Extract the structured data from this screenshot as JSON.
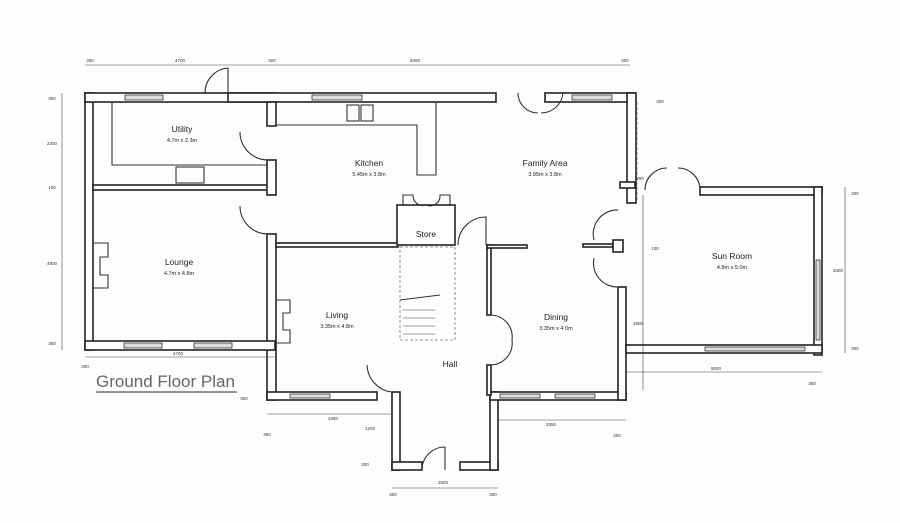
{
  "title": "Ground Floor Plan",
  "rooms": {
    "utility": {
      "name": "Utility",
      "size": "4.7m x 2.3m"
    },
    "kitchen": {
      "name": "Kitchen",
      "size": "5.45m x 3.8m"
    },
    "family": {
      "name": "Family Area",
      "size": "3.95m x 3.8m"
    },
    "store": {
      "name": "Store"
    },
    "lounge": {
      "name": "Lounge",
      "size": "4.7m x 4.8m"
    },
    "living": {
      "name": "Living",
      "size": "3.35m x 4.8m"
    },
    "hall": {
      "name": "Hall"
    },
    "dining": {
      "name": "Dining",
      "size": "3.35m x 4.0m"
    },
    "sunroom": {
      "name": "Sun Room",
      "size": "4.8m x 5.0m"
    }
  },
  "dimensions": {
    "top_a": "300",
    "top_b": "4700",
    "top_c": "300",
    "top_d": "9400",
    "top_e": "300",
    "left_a": "300",
    "left_b": "2300",
    "left_c": "100",
    "left_d": "4800",
    "left_e": "300",
    "lounge_w": "4700",
    "lounge_wall": "300",
    "living_w": "3350",
    "living_wall": "300",
    "living_h": "300",
    "hall_w": "2500",
    "hall_l": "300",
    "hall_r": "300",
    "hall_v": "1200",
    "hall_h": "300",
    "dining_w": "3350",
    "dining_wall": "300",
    "sun_v": "4000",
    "sun_t": "300",
    "sun_b": "300",
    "sun_w": "5000",
    "sun_wall": "300",
    "mid_v": "4800",
    "mid_w": "100",
    "family_wall": "300",
    "family_r": "300"
  }
}
